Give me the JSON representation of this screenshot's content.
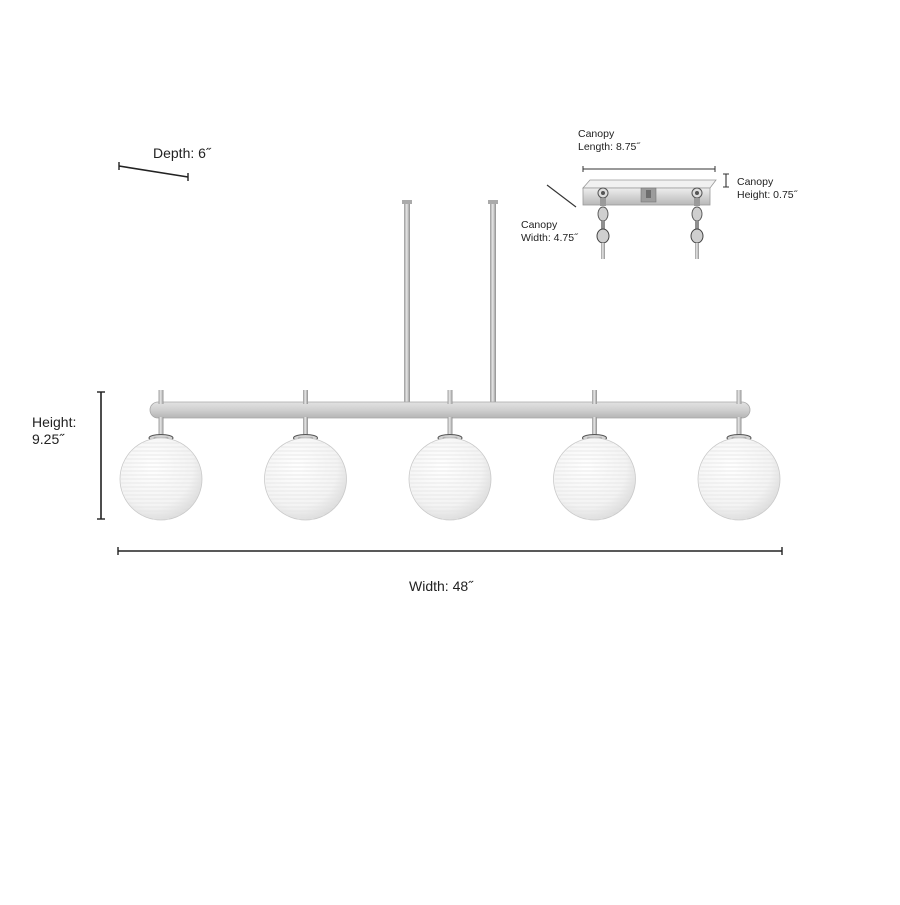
{
  "dimensions": {
    "depth_label": "Depth: 6˝",
    "height_label_line1": "Height:",
    "height_label_line2": "9.25˝",
    "width_label": "Width: 48˝"
  },
  "canopy": {
    "length_line1": "Canopy",
    "length_line2": "Length: 8.75˝",
    "height_line1": "Canopy",
    "height_line2": "Height: 0.75˝",
    "width_line1": "Canopy",
    "width_line2": "Width: 4.75˝"
  },
  "fixture": {
    "globe_count": 5,
    "metal_color": "#c9c9c9",
    "globe_color": "#f4f4f4",
    "line_color": "#222222"
  }
}
